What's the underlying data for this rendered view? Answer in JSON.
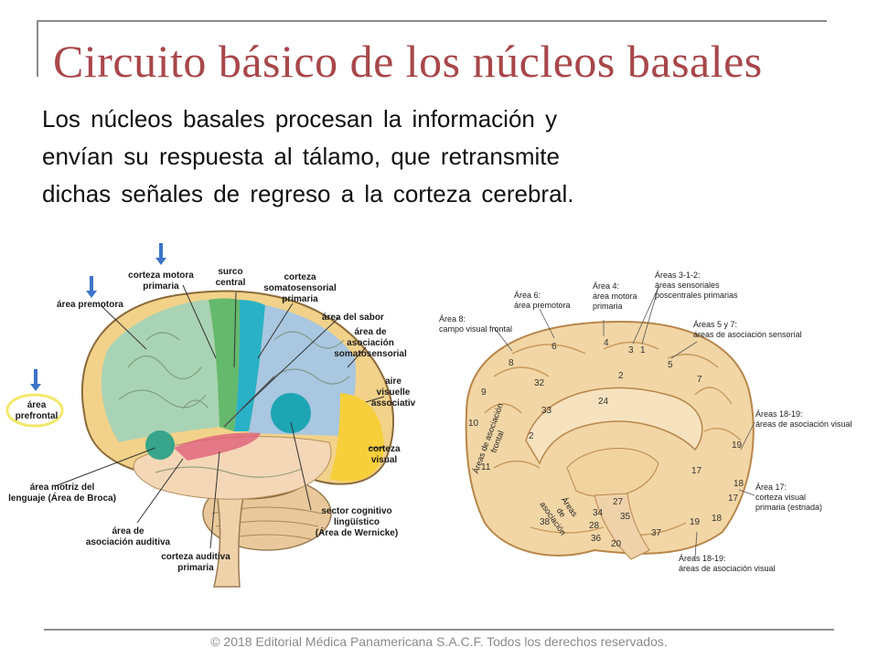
{
  "slide": {
    "title": "Circuito básico de los núcleos basales",
    "body_lines": [
      "Los núcleos basales procesan la información y",
      "envían su respuesta al tálamo, que retransmite",
      "dichas señales de regreso a la corteza cerebral."
    ],
    "footer": "© 2018 Editorial Médica Panamericana S.A.C.F. Todos los derechos reservados."
  },
  "left_figure": {
    "labels": {
      "corteza_motora": [
        "corteza motora",
        "primaria"
      ],
      "surco_central": [
        "surco",
        "central"
      ],
      "corteza_somato": [
        "corteza",
        "somatosensorial",
        "primaria"
      ],
      "area_premotora": "área premotora",
      "area_sabor": "área del sabor",
      "asoc_somato": [
        "área de",
        "asociación",
        "somatosensorial"
      ],
      "area_prefrontal": [
        "área",
        "prefrontal"
      ],
      "aire_visuelle": [
        "aire",
        "visuelle",
        "associativ"
      ],
      "corteza_visual": [
        "corteza",
        "visual"
      ],
      "broca": [
        "área motriz del",
        "lenguaje (Área de Broca)"
      ],
      "wernicke": [
        "sector cognitivo",
        "lingüístico",
        "(Área de Wernicke)"
      ],
      "asoc_auditiva": [
        "área de",
        "asociación auditiva"
      ],
      "corteza_auditiva": [
        "corteza auditiva",
        "primaria"
      ]
    },
    "colors": {
      "frontal": "#f2d28a",
      "premotor": "#a9d3b5",
      "motor": "#64b96c",
      "somato": "#29b1c7",
      "assoc": "#a9c7e0",
      "visual": "#f6cf3a",
      "temporal": "#f4d7b6",
      "broca": "#36a58a",
      "auditory": "#e0607a",
      "arrow": "#3b74c9",
      "highlight": "#f2e86a"
    }
  },
  "right_figure": {
    "labels": {
      "area8": [
        "Área 8:",
        "campo visual frontal"
      ],
      "area6": [
        "Área 6:",
        "área premotora"
      ],
      "area4": [
        "Área 4:",
        "área motora",
        "primaria"
      ],
      "areas312": [
        "Áreas 3-1-2:",
        "áreas sensoriales",
        "poscentrales primarias"
      ],
      "areas57": [
        "Áreas 5 y 7:",
        "áreas de asociación sensorial"
      ],
      "areas1819_top": [
        "Áreas 18-19:",
        "áreas de asociación visual"
      ],
      "area17": [
        "Área 17:",
        "corteza visual",
        "primaria (estriada)"
      ],
      "areas1819_bottom": [
        "Áreas 18-19:",
        "áreas de asociación visual"
      ],
      "frontal_assoc": [
        "Áreas de asociación",
        "frontal"
      ],
      "areas_asoc": [
        "Áreas",
        "de",
        "asociación"
      ]
    },
    "numbers": {
      "n6": "6",
      "n4": "4",
      "n3": "3",
      "n1": "1",
      "n5": "5",
      "n7": "7",
      "n8": "8",
      "n32": "32",
      "n2a": "2",
      "n9": "9",
      "n33": "33",
      "n24": "24",
      "n10": "10",
      "n2b": "2",
      "n19a": "19",
      "n11": "11",
      "n17a": "17",
      "n18a": "18",
      "n17b": "17",
      "n34": "34",
      "n27": "27",
      "n28": "28",
      "n35": "35",
      "n38": "38",
      "n36": "36",
      "n20": "20",
      "n37": "37",
      "n19b": "19",
      "n18b": "18"
    },
    "colors": {
      "brain": "#f2d6a6",
      "outline": "#b8864a",
      "gyri": "#c89a5a"
    }
  }
}
